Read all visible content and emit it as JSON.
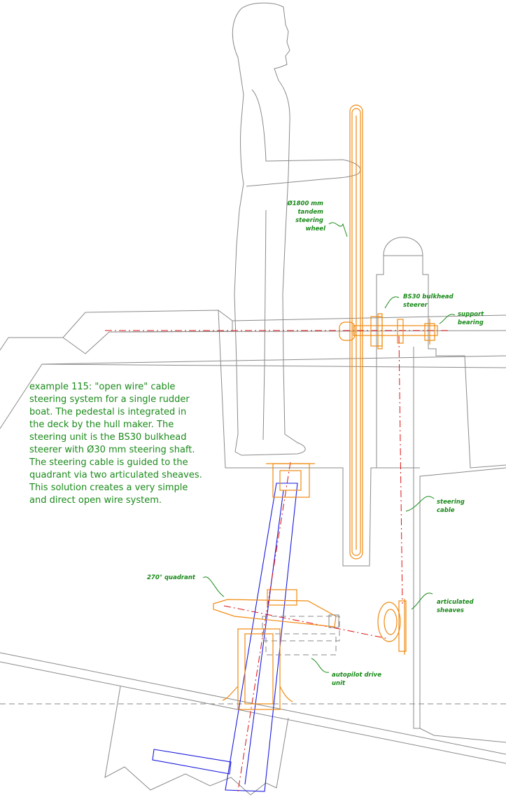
{
  "caption": {
    "lines": [
      "example 115: \"open wire\" cable",
      "steering system for a single rudder",
      "boat. The pedestal is integrated in",
      "the deck by the hull maker. The",
      "steering unit is the BS30 bulkhead",
      "steerer with Ø30 mm steering shaft.",
      "The steering cable is guided to the",
      "quadrant via two articulated sheaves.",
      "This solution creates a very simple",
      "and direct open wire system."
    ]
  },
  "labels": {
    "wheel": [
      "Ø1800 mm",
      "tandem",
      "steering",
      "wheel"
    ],
    "bs30": [
      "BS30 bulkhead",
      "steerer"
    ],
    "bearing": [
      "support",
      "bearing"
    ],
    "cable": [
      "steering",
      "cable"
    ],
    "quadrant": [
      "270° quadrant"
    ],
    "sheaves": [
      "articulated",
      "sheaves"
    ],
    "autopilot": [
      "autopilot drive",
      "unit"
    ]
  },
  "colors": {
    "outline": "#8a8a8a",
    "steering_parts": "#f08a10",
    "rudder_stock": "#1a1ae0",
    "centerlines": "#e01010",
    "annotations": "#1a8a1a"
  }
}
